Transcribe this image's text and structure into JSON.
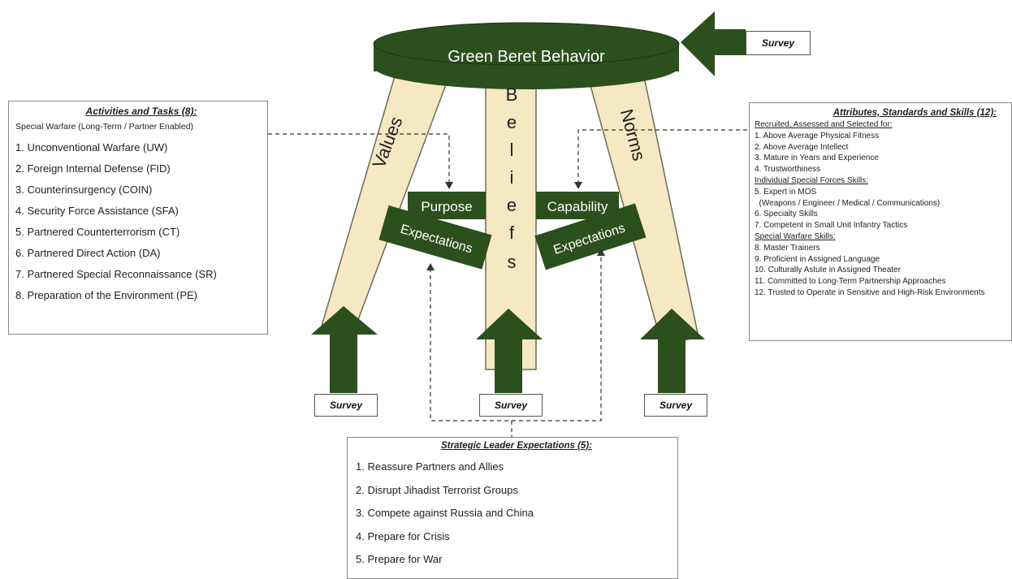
{
  "diagram": {
    "title": "Green Beret Behavior",
    "legs": {
      "left": "Values",
      "center": [
        "B",
        "e",
        "l",
        "i",
        "e",
        "f",
        "s"
      ],
      "right": "Norms"
    },
    "crossbars": {
      "purpose": "Purpose",
      "capability": "Capability",
      "expectations_left": "Expectations",
      "expectations_right": "Expectations"
    },
    "survey_label": "Survey",
    "colors": {
      "dark_green": "#2c4f1e",
      "leg_tan": "#f5e8c2",
      "leg_outline": "#6b6b58",
      "dashed_line": "#333333"
    }
  },
  "activities": {
    "title": "Activities and Tasks (8):",
    "subtitle": "Special Warfare (Long-Term / Partner Enabled)",
    "items": [
      "1. Unconventional  Warfare (UW)",
      "2. Foreign Internal Defense (FID)",
      "3. Counterinsurgency  (COIN)",
      "4. Security Force Assistance (SFA)",
      "5. Partnered Counterterrorism (CT)",
      "6. Partnered Direct Action (DA)",
      "7. Partnered Special Reconnaissance (SR)",
      "8. Preparation of the Environment  (PE)"
    ]
  },
  "attributes": {
    "title": "Attributes, Standards and Skills (12):",
    "groups": [
      {
        "heading": "Recruited, Assessed and Selected for:",
        "items": [
          "1. Above Average Physical Fitness",
          "2. Above Average Intellect",
          "3. Mature in Years and Experience",
          "4. Trustworthiness"
        ]
      },
      {
        "heading": "Individual Special Forces Skills:",
        "items": [
          "5. Expert in MOS",
          "  (Weapons / Engineer / Medical / Communications)",
          "6. Specialty Skills",
          "7. Competent in Small Unit Infantry Tactics"
        ]
      },
      {
        "heading": "Special Warfare Skills:",
        "items": [
          "8. Master Trainers",
          "9. Proficient in Assigned Language",
          "10. Culturally Astute in Assigned Theater",
          "11. Committed to Long-Term Partnership Approaches",
          "12. Trusted to Operate in Sensitive and High-Risk Environments"
        ]
      }
    ]
  },
  "leader": {
    "title": "Strategic Leader Expectations (5):",
    "items": [
      "1. Reassure Partners and Allies",
      "2. Disrupt Jihadist Terrorist Groups",
      "3. Compete against Russia and China",
      "4. Prepare for Crisis",
      "5. Prepare for War"
    ]
  }
}
